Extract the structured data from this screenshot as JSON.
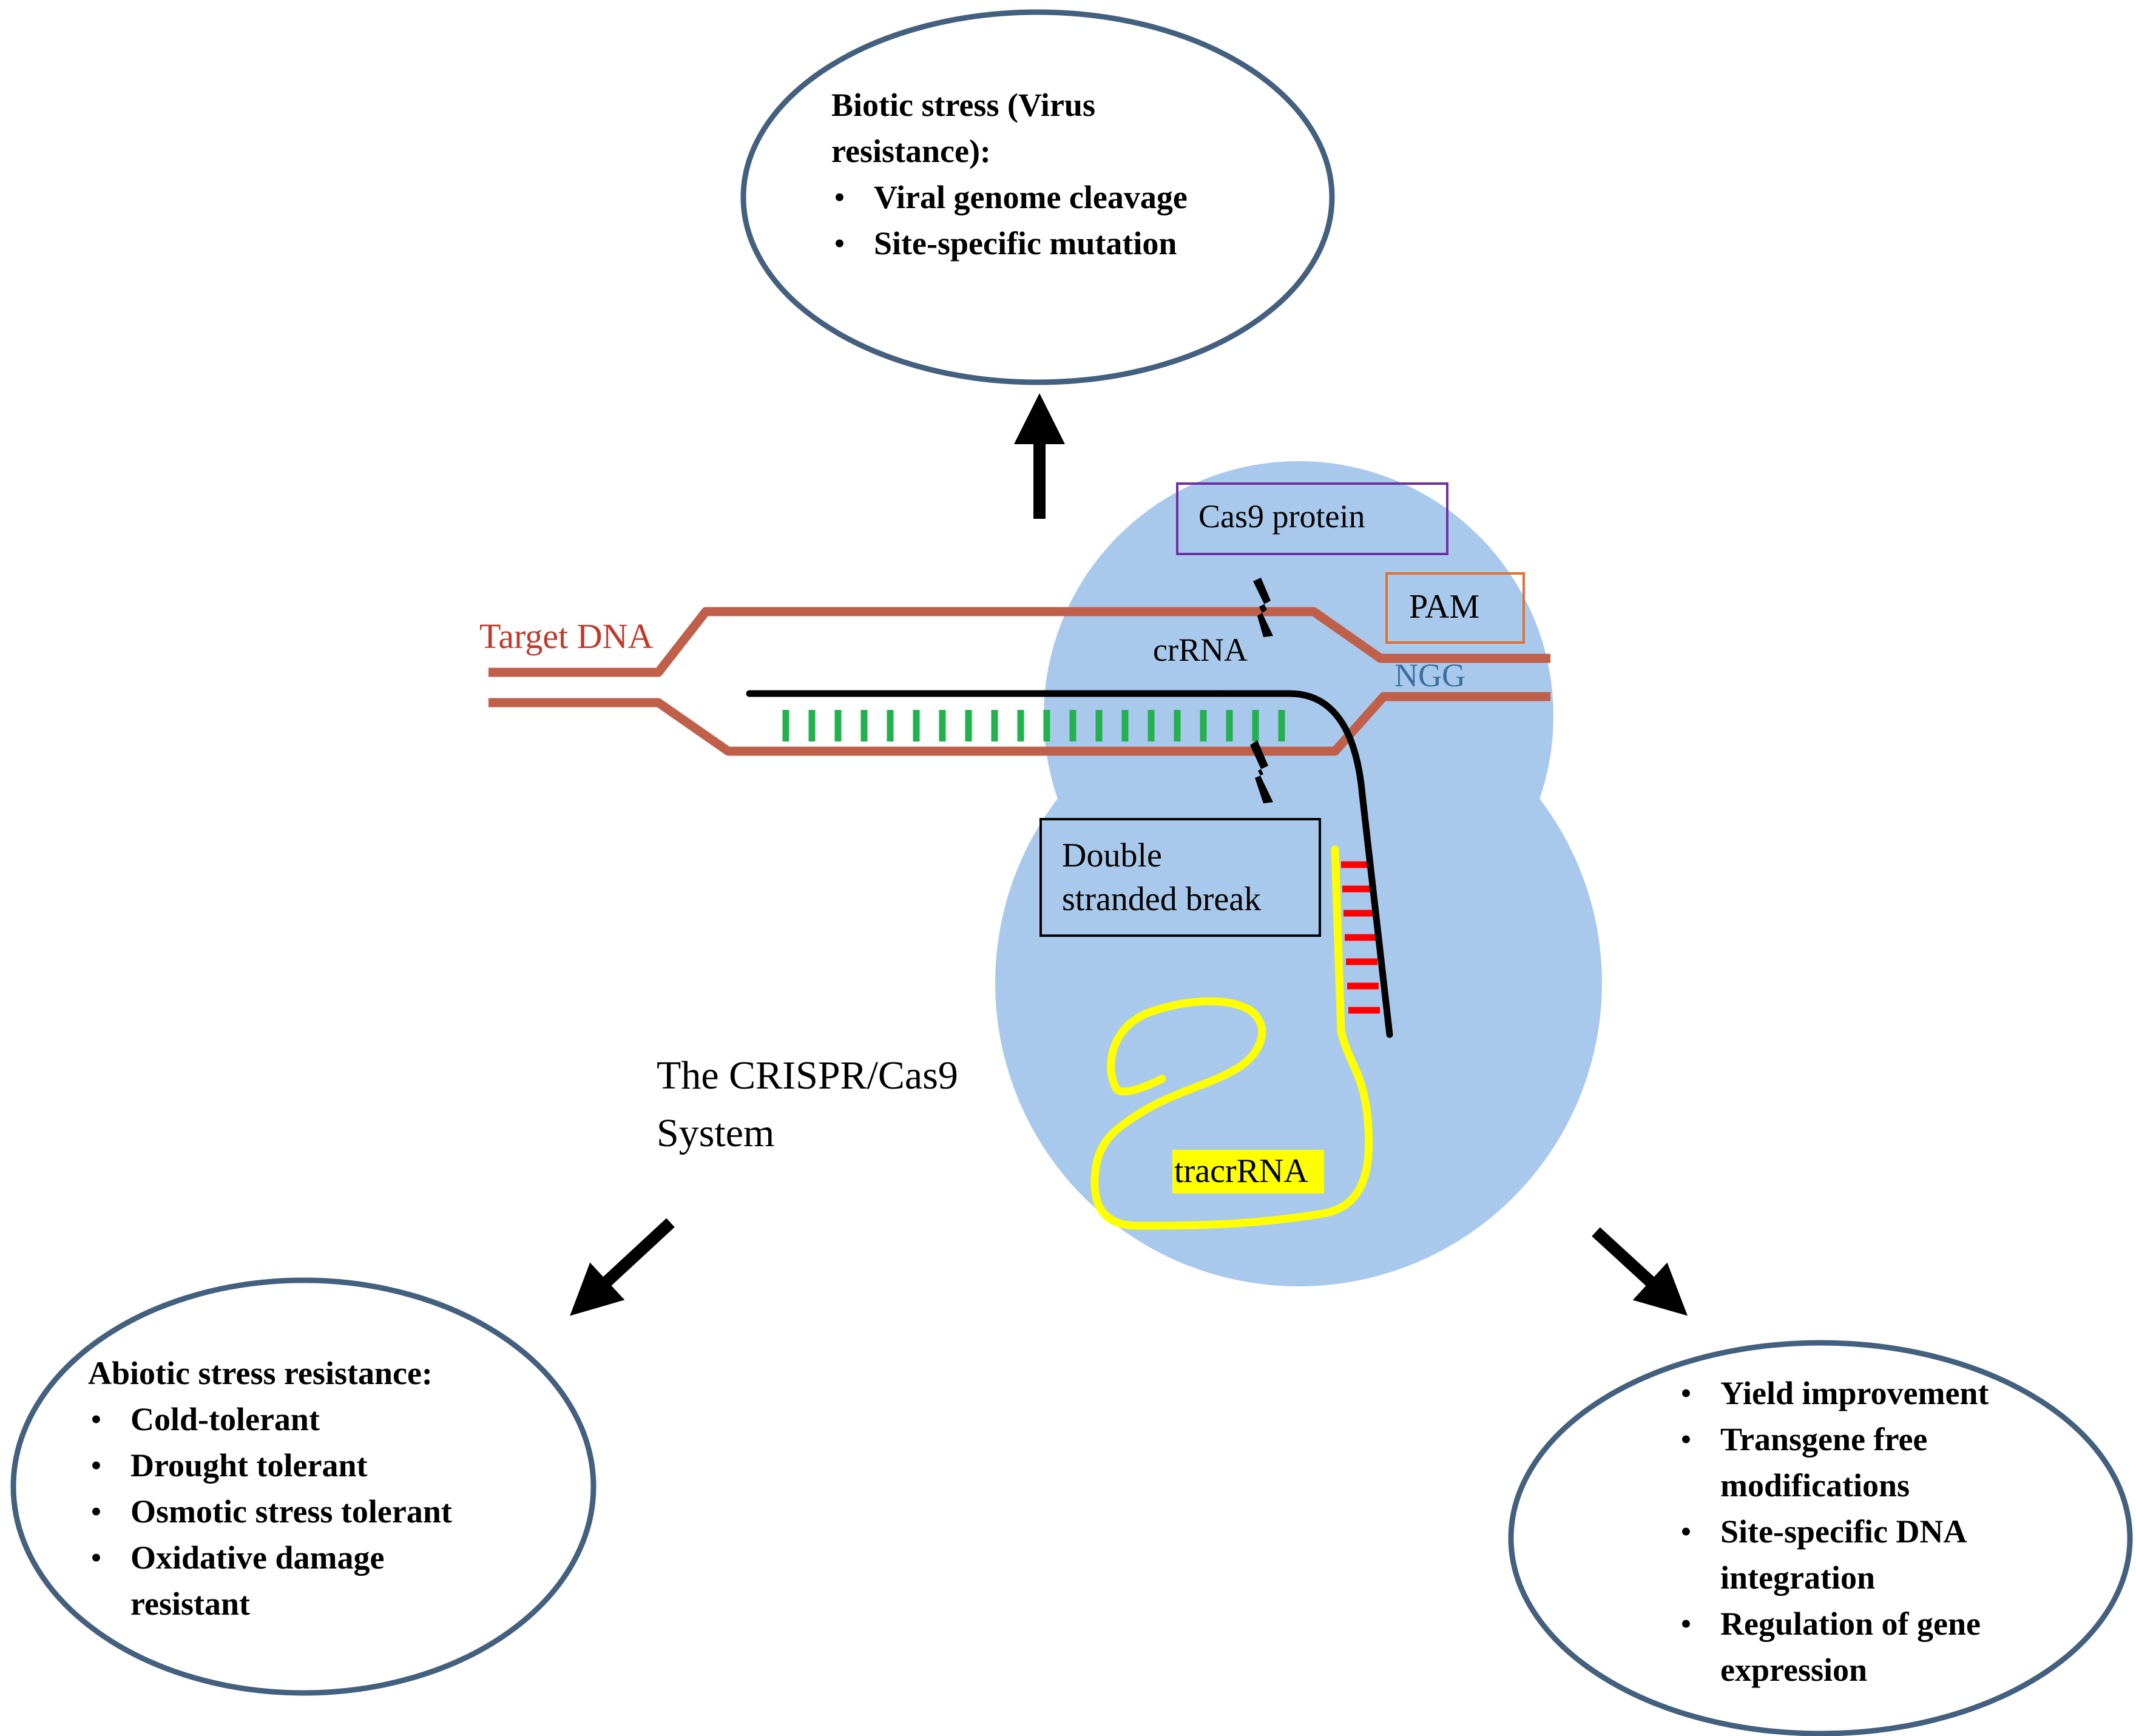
{
  "diagram": {
    "center_title": "The CRISPR/Cas9 System",
    "center_title_lines": [
      "The CRISPR/Cas9",
      "System"
    ],
    "labels": {
      "target_dna": "Target DNA",
      "cas9": "Cas9 protein",
      "pam": "PAM",
      "ngg": "NGG",
      "crrna": "crRNA",
      "dsb_line1": "Double",
      "dsb_line2": "stranded break",
      "tracrrna": "tracrRNA"
    },
    "colors": {
      "cas9_blob": "#a9c9ec",
      "dna": "#c0604a",
      "crrna": "#000000",
      "base_pairs": "#22b14c",
      "tracrrna": "#ffff00",
      "tracr_pairs": "#ff0000",
      "ellipse_border": "#44607f",
      "cas9_box_border": "#7030a0",
      "pam_box_border": "#e07030",
      "target_dna_text": "#c0392b",
      "ngg_text": "#3b6e9e"
    },
    "top_ellipse": {
      "heading_line1": "Biotic stress (Virus",
      "heading_line2": "resistance):",
      "items": [
        "Viral genome cleavage",
        "Site-specific mutation"
      ]
    },
    "left_ellipse": {
      "heading": "Abiotic stress resistance:",
      "items": [
        {
          "line1": "Cold-tolerant",
          "line2": ""
        },
        {
          "line1": "Drought tolerant",
          "line2": ""
        },
        {
          "line1": "Osmotic stress tolerant",
          "line2": ""
        },
        {
          "line1": "Oxidative damage",
          "line2": "resistant"
        }
      ]
    },
    "right_ellipse": {
      "items": [
        {
          "line1": "Yield improvement",
          "line2": ""
        },
        {
          "line1": "Transgene free",
          "line2": "modifications"
        },
        {
          "line1": "Site-specific DNA",
          "line2": "integration"
        },
        {
          "line1": "Regulation of gene",
          "line2": "expression"
        }
      ]
    }
  }
}
